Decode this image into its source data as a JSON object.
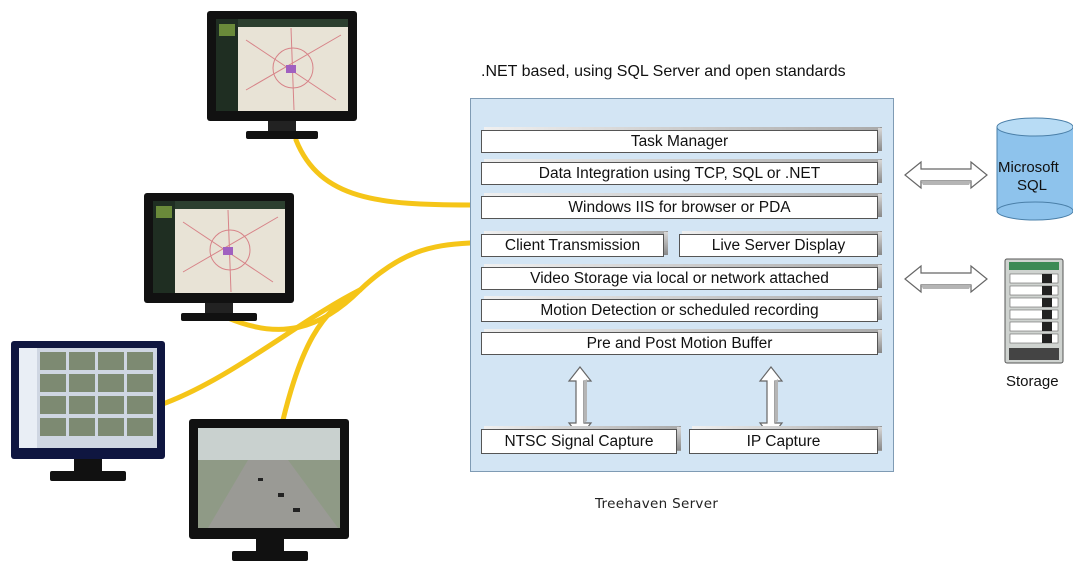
{
  "header_caption": ".NET based, using SQL Server and open standards",
  "layers": {
    "task_manager": "Task Manager",
    "data_integration": "Data Integration using TCP, SQL or .NET",
    "windows_iis": "Windows IIS for browser or PDA",
    "client_transmission": "Client Transmission",
    "live_server_display": "Live Server Display",
    "video_storage": "Video Storage via local or network attached",
    "motion_detection": "Motion Detection or scheduled recording",
    "motion_buffer": "Pre and Post Motion Buffer",
    "ntsc_capture": "NTSC Signal Capture",
    "ip_capture": "IP Capture"
  },
  "server_label": "Treehaven Server",
  "database": {
    "line1": "Microsoft",
    "line2": "SQL"
  },
  "storage_label": "Storage",
  "colors": {
    "server_bg": "#d3e5f4",
    "wire": "#f5c518",
    "db_blue": "#8ec3ec",
    "monitor_frame": "#101010"
  }
}
